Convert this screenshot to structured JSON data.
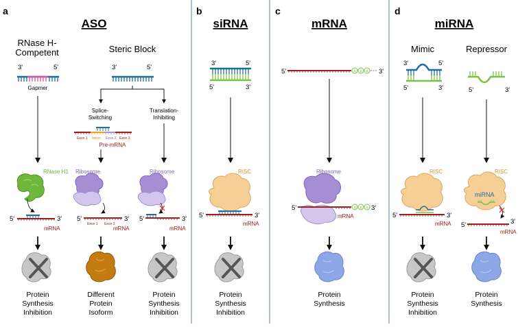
{
  "colors": {
    "divider": "#7d93b8",
    "aso_strand": "#1f6e9c",
    "gapmer_pink": "#d9569c",
    "mrna": "#9b1f1f",
    "sirna_green": "#7cc242",
    "rnase_green": "#6fb83c",
    "ribosome": "#9b86c6",
    "risc": "#f6cf97",
    "risc_text": "#e88b2b",
    "inhibited_protein": "#c7c7c7",
    "isoform_protein": "#c47b12",
    "synthesized_protein": "#8da6e6"
  },
  "panels": {
    "a": {
      "letter": "a",
      "heading": "ASO",
      "rnaseh": {
        "title_line1": "RNase H-",
        "title_line2": "Competent",
        "end3": "3'",
        "end5": "5'",
        "gapmer_label": "Gapmer",
        "enzyme_label": "RNase H1",
        "mrna_end5": "5'",
        "mrna_end3": "3'",
        "mrna_label": "mRNA",
        "outcome_line1": "Protein",
        "outcome_line2": "Synthesis",
        "outcome_line3": "Inhibition"
      },
      "steric": {
        "title": "Steric Block",
        "end3": "3'",
        "end5": "5'",
        "splice": {
          "title_line1": "Splice-",
          "title_line2": "Switching",
          "exon1": "Exon 1",
          "intron": "Intron",
          "exon2": "Exon 2",
          "exon3": "Exon 3",
          "premrna_label": "Pre-mRNA",
          "enzyme_label": "Ribosome",
          "mrna_end5": "5'",
          "mrna_end3": "3'",
          "mrna_exon1": "Exon 1",
          "mrna_exon3": "Exon 3",
          "mrna_label": "mRNA",
          "outcome_line1": "Different",
          "outcome_line2": "Protein",
          "outcome_line3": "Isoform"
        },
        "translation": {
          "title_line1": "Translation-",
          "title_line2": "Inhibiting",
          "enzyme_label": "Ribosome",
          "mrna_end5": "5'",
          "mrna_end3": "3'",
          "mrna_label": "mRNA",
          "outcome_line1": "Protein",
          "outcome_line2": "Synthesis",
          "outcome_line3": "Inhibition"
        }
      }
    },
    "b": {
      "letter": "b",
      "heading": "siRNA",
      "top_end3": "3'",
      "top_end5": "5'",
      "bot_end5": "5'",
      "bot_end3": "3'",
      "enzyme_label": "RISC",
      "mrna_end5": "5'",
      "mrna_end3": "3'",
      "mrna_label": "mRNA",
      "outcome_line1": "Protein",
      "outcome_line2": "Synthesis",
      "outcome_line3": "Inhibition"
    },
    "c": {
      "letter": "c",
      "heading": "mRNA",
      "end5": "5'",
      "end3": "3'",
      "enzyme_label": "Ribosome",
      "mrna_end5": "5'",
      "mrna_end3": "3'",
      "mrna_label": "mRNA",
      "outcome_line1": "Protein",
      "outcome_line2": "Synthesis"
    },
    "d": {
      "letter": "d",
      "heading": "miRNA",
      "mimic": {
        "title": "Mimic",
        "top_end3": "3'",
        "top_end5": "5'",
        "bot_end5": "5'",
        "bot_end3": "3'",
        "enzyme_label": "RISC",
        "mrna_end5": "5'",
        "mrna_end3": "3'",
        "mrna_label": "mRNA",
        "outcome_line1": "Protein",
        "outcome_line2": "Synthesis",
        "outcome_line3": "Inhibition"
      },
      "repressor": {
        "title": "Repressor",
        "end5": "5'",
        "end3": "3'",
        "enzyme_label": "RISC",
        "inner_label": "miRNA",
        "mrna_end5": "5'",
        "mrna_end3": "3'",
        "mrna_label": "mRNA",
        "outcome_line1": "Protein",
        "outcome_line2": "Synthesis"
      }
    }
  }
}
